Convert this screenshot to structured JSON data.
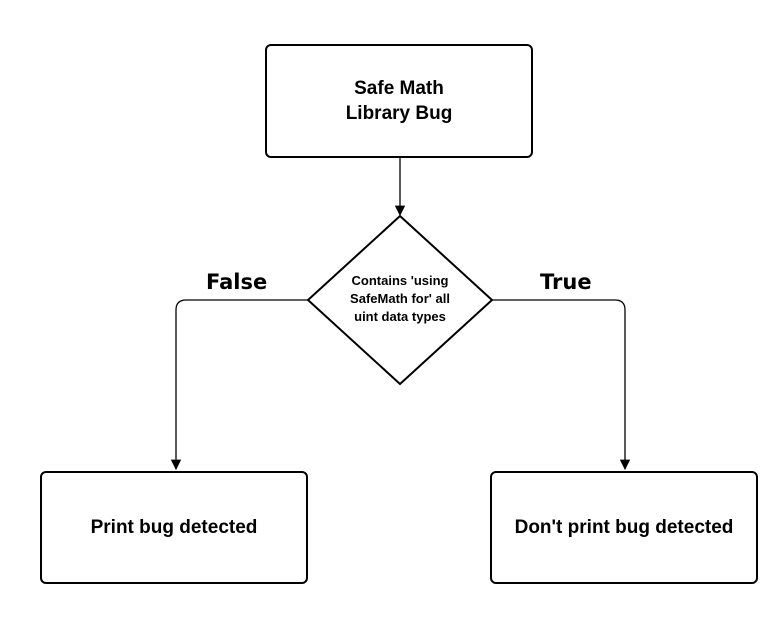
{
  "nodes": {
    "start": {
      "lines": [
        "Safe Math",
        "Library Bug"
      ]
    },
    "decision": {
      "lines": [
        "Contains 'using",
        "SafeMath for' all",
        "uint data types"
      ]
    },
    "false_result": {
      "text": "Print bug detected"
    },
    "true_result": {
      "text": "Don't print bug detected"
    }
  },
  "edges": {
    "false_label": "False",
    "true_label": "True"
  },
  "colors": {
    "stroke": "#000000",
    "background": "#ffffff"
  }
}
